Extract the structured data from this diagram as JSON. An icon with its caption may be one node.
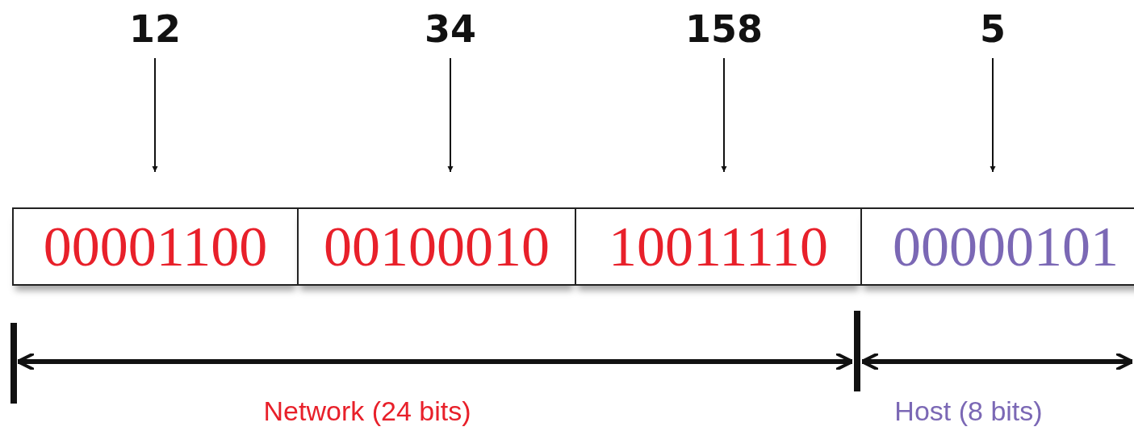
{
  "diagram": {
    "nodes": [
      {
        "text": [
          "12"
        ]
      },
      {
        "text": [
          "34"
        ]
      },
      {
        "text": [
          "158"
        ]
      },
      {
        "text": [
          "5"
        ]
      },
      {
        "text": [
          "00001100"
        ]
      },
      {
        "text": [
          "00100010"
        ]
      },
      {
        "text": [
          "10011110"
        ]
      },
      {
        "text": [
          "00000101"
        ]
      }
    ],
    "edges": [
      {
        "from": 0,
        "to": 4,
        "arrow": "to"
      },
      {
        "from": 1,
        "to": 5,
        "arrow": "to"
      },
      {
        "from": 2,
        "to": 6,
        "arrow": "to"
      },
      {
        "from": 3,
        "to": 7,
        "arrow": "to"
      }
    ],
    "labels": [
      "Network (24 bits)",
      "Host (8 bits)"
    ]
  }
}
